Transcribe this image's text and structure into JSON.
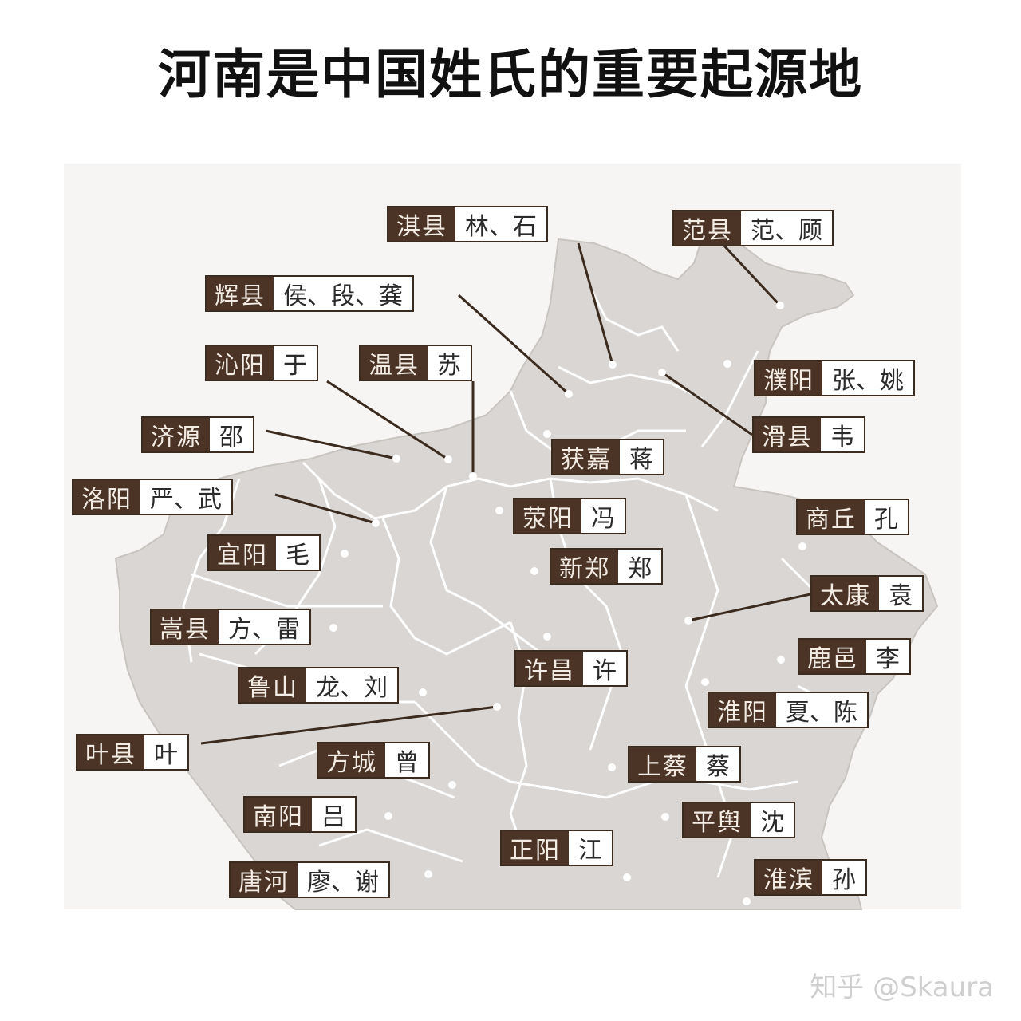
{
  "title": "河南是中国姓氏的重要起源地",
  "watermark": "知乎 @Skaura",
  "colors": {
    "label_bg": "#4b3426",
    "map_fill": "#d9d6d3",
    "border": "#ffffff",
    "line": "#3b2a1e"
  },
  "labels": [
    {
      "id": "qixian",
      "place": "淇县",
      "surnames": "林、石"
    },
    {
      "id": "fanxian",
      "place": "范县",
      "surnames": "范、顾"
    },
    {
      "id": "huixian",
      "place": "辉县",
      "surnames": "侯、段、龚"
    },
    {
      "id": "qinyang",
      "place": "沁阳",
      "surnames": "于"
    },
    {
      "id": "wenxian",
      "place": "温县",
      "surnames": "苏"
    },
    {
      "id": "puyang",
      "place": "濮阳",
      "surnames": "张、姚"
    },
    {
      "id": "jiyuan",
      "place": "济源",
      "surnames": "邵"
    },
    {
      "id": "huaxian",
      "place": "滑县",
      "surnames": "韦"
    },
    {
      "id": "huojia",
      "place": "获嘉",
      "surnames": "蒋"
    },
    {
      "id": "luoyang",
      "place": "洛阳",
      "surnames": "严、武"
    },
    {
      "id": "xingyang",
      "place": "荥阳",
      "surnames": "冯"
    },
    {
      "id": "shangqiu",
      "place": "商丘",
      "surnames": "孔"
    },
    {
      "id": "yiyang",
      "place": "宜阳",
      "surnames": "毛"
    },
    {
      "id": "xinzheng",
      "place": "新郑",
      "surnames": "郑"
    },
    {
      "id": "taikang",
      "place": "太康",
      "surnames": "袁"
    },
    {
      "id": "songxian",
      "place": "嵩县",
      "surnames": "方、雷"
    },
    {
      "id": "luyi",
      "place": "鹿邑",
      "surnames": "李"
    },
    {
      "id": "xuchang",
      "place": "许昌",
      "surnames": "许"
    },
    {
      "id": "lushan",
      "place": "鲁山",
      "surnames": "龙、刘"
    },
    {
      "id": "huaiyang",
      "place": "淮阳",
      "surnames": "夏、陈"
    },
    {
      "id": "yexian",
      "place": "叶县",
      "surnames": "叶"
    },
    {
      "id": "fangcheng",
      "place": "方城",
      "surnames": "曾"
    },
    {
      "id": "shangcai",
      "place": "上蔡",
      "surnames": "蔡"
    },
    {
      "id": "nanyang",
      "place": "南阳",
      "surnames": "吕"
    },
    {
      "id": "pingyu",
      "place": "平舆",
      "surnames": "沈"
    },
    {
      "id": "zhengyang",
      "place": "正阳",
      "surnames": "江"
    },
    {
      "id": "tanghe",
      "place": "唐河",
      "surnames": "廖、谢"
    },
    {
      "id": "huaibin",
      "place": "淮滨",
      "surnames": "孙"
    }
  ]
}
